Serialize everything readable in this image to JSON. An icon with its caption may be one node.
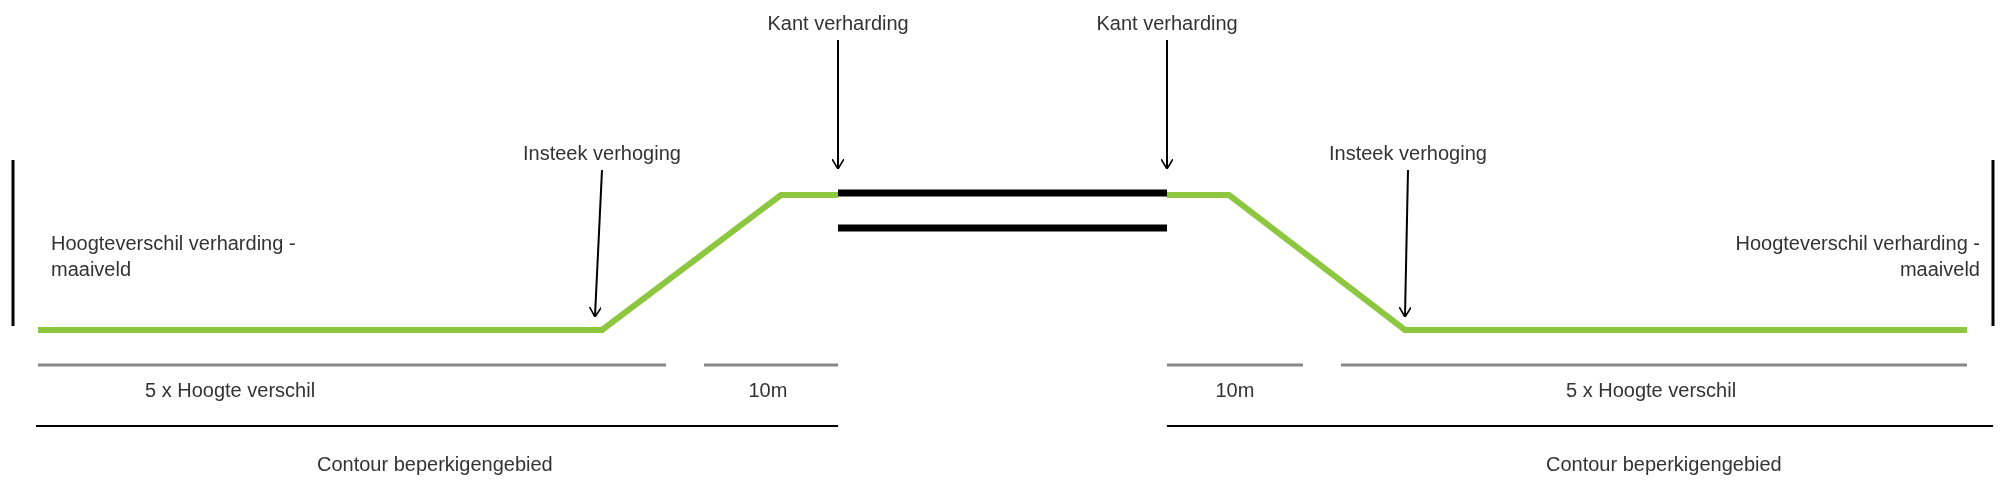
{
  "diagram": {
    "nodes": [
      {
        "text": [
          "Kant verharding"
        ]
      },
      {
        "text": [
          "Kant verharding"
        ]
      },
      {
        "text": [
          "Insteek verhoging"
        ]
      },
      {
        "text": [
          "Insteek verhoging"
        ]
      }
    ],
    "edges": [
      {
        "from": 0,
        "to": null,
        "arrow": "to"
      },
      {
        "from": 1,
        "to": null,
        "arrow": "to"
      },
      {
        "from": 2,
        "to": null,
        "arrow": "to"
      },
      {
        "from": 3,
        "to": null,
        "arrow": "to"
      }
    ],
    "labels": [
      "Hoogteverschil verharding - maaiveld",
      "Hoogteverschil verharding - maaiveld",
      "5 x Hoogte verschil",
      "10m",
      "10m",
      "5 x Hoogte verschil",
      "Contour beperkigengebied",
      "Contour beperkigengebied"
    ]
  }
}
